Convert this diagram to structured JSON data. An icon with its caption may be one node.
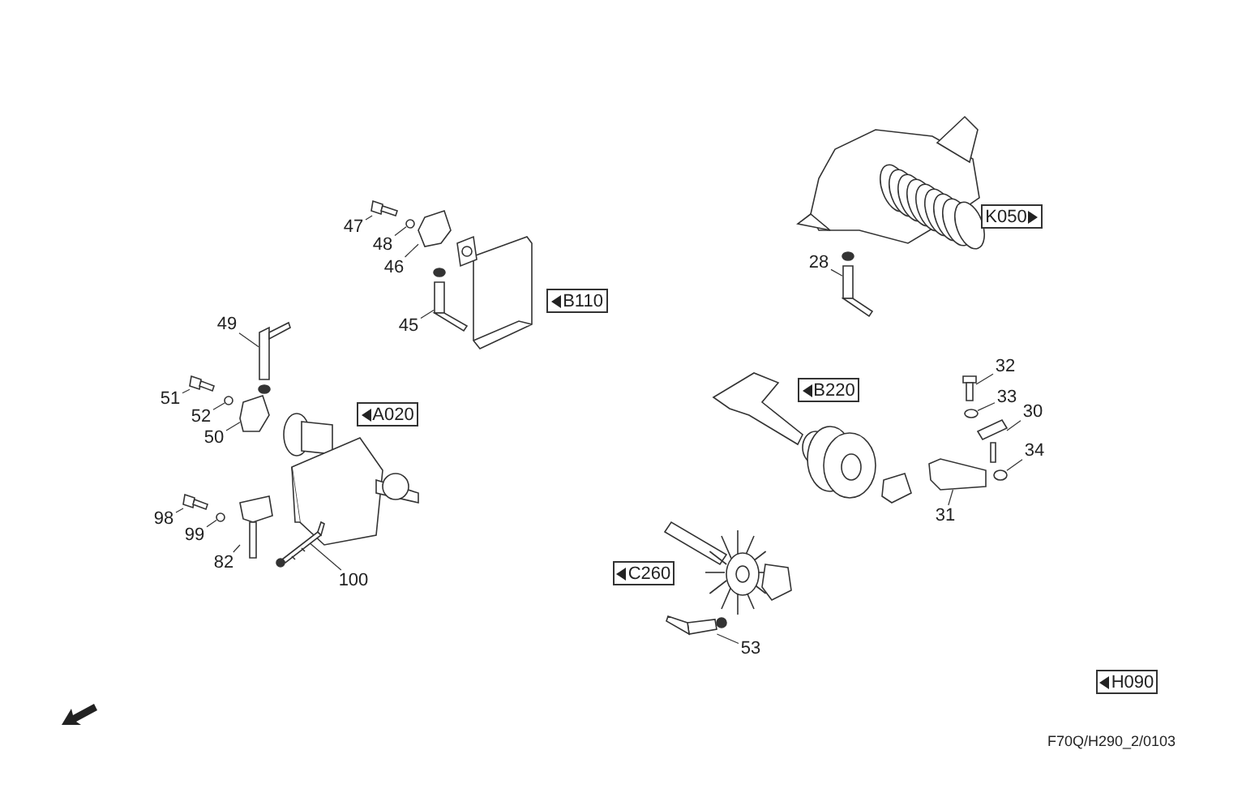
{
  "diagram": {
    "nodes": [
      {
        "text": [
          "47"
        ]
      },
      {
        "text": [
          "48"
        ]
      },
      {
        "text": [
          "46"
        ]
      },
      {
        "text": [
          "K050"
        ]
      },
      {
        "text": [
          "28"
        ]
      },
      {
        "text": [
          "B110"
        ]
      },
      {
        "text": [
          "45"
        ]
      },
      {
        "text": [
          "49"
        ]
      },
      {
        "text": [
          "32"
        ]
      },
      {
        "text": [
          "B220"
        ]
      },
      {
        "text": [
          "33"
        ]
      },
      {
        "text": [
          "51"
        ]
      },
      {
        "text": [
          "30"
        ]
      },
      {
        "text": [
          "52"
        ]
      },
      {
        "text": [
          "A020"
        ]
      },
      {
        "text": [
          "50"
        ]
      },
      {
        "text": [
          "34"
        ]
      },
      {
        "text": [
          "31"
        ]
      },
      {
        "text": [
          "98"
        ]
      },
      {
        "text": [
          "99"
        ]
      },
      {
        "text": [
          "82"
        ]
      },
      {
        "text": [
          "C260"
        ]
      },
      {
        "text": [
          "100"
        ]
      },
      {
        "text": [
          "53"
        ]
      },
      {
        "text": [
          "H090"
        ]
      },
      {
        "text": [],
        "shape": "picture"
      },
      {
        "text": [],
        "shape": "circle"
      },
      {
        "text": [],
        "shape": "picture"
      },
      {
        "text": [],
        "shape": "picture"
      },
      {
        "text": [],
        "shape": "picture"
      },
      {
        "text": [],
        "shape": "picture"
      },
      {
        "text": [],
        "shape": "picture"
      },
      {
        "text": [],
        "shape": "circle"
      },
      {
        "text": [],
        "shape": "picture"
      },
      {
        "text": [],
        "shape": "picture"
      },
      {
        "text": [],
        "shape": "circle"
      },
      {
        "text": [],
        "shape": "picture"
      },
      {
        "text": [],
        "shape": "circle"
      },
      {
        "text": [],
        "shape": "picture"
      },
      {
        "text": [],
        "shape": "picture"
      },
      {
        "text": [],
        "shape": "circle"
      },
      {
        "text": [],
        "shape": "picture"
      },
      {
        "text": [],
        "shape": "picture"
      },
      {
        "text": [],
        "shape": "picture"
      }
    ],
    "edges": [
      {
        "from": 0,
        "to": 25,
        "arrow": "none"
      },
      {
        "from": 1,
        "to": 26,
        "arrow": "none"
      },
      {
        "from": 2,
        "to": 27,
        "arrow": "none"
      },
      {
        "from": 4,
        "to": 28,
        "arrow": "none"
      },
      {
        "from": 6,
        "to": 29,
        "arrow": "none"
      },
      {
        "from": 7,
        "to": 30,
        "arrow": "none"
      },
      {
        "from": 8,
        "to": 31,
        "arrow": "none"
      },
      {
        "from": 10,
        "to": 32,
        "arrow": "none"
      },
      {
        "from": 11,
        "to": 33,
        "arrow": "none"
      },
      {
        "from": 12,
        "to": 34,
        "arrow": "none"
      },
      {
        "from": 13,
        "to": 35,
        "arrow": "none"
      },
      {
        "from": 15,
        "to": 36,
        "arrow": "none"
      },
      {
        "from": 16,
        "to": 37,
        "arrow": "none"
      },
      {
        "from": 17,
        "to": 38,
        "arrow": "none"
      },
      {
        "from": 18,
        "to": 39,
        "arrow": "none"
      },
      {
        "from": 19,
        "to": 40,
        "arrow": "none"
      },
      {
        "from": 20,
        "to": 41,
        "arrow": "none"
      },
      {
        "from": 22,
        "to": 42,
        "arrow": "none"
      },
      {
        "from": 23,
        "to": 43,
        "arrow": "none"
      }
    ],
    "labels": [
      "F70Q/H290_2/0103"
    ]
  }
}
